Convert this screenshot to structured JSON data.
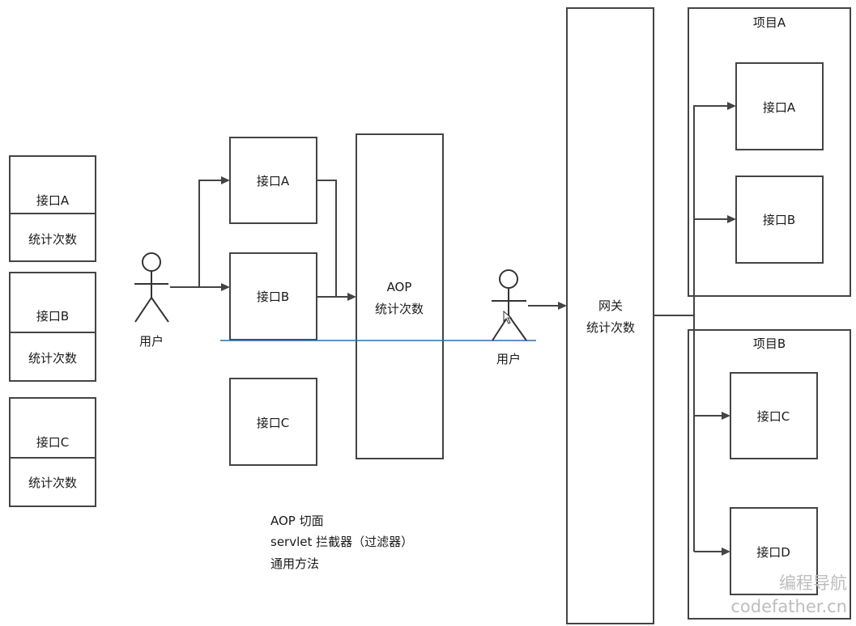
{
  "left_stack": {
    "items": [
      {
        "api": "接口A",
        "stat": "统计次数"
      },
      {
        "api": "接口B",
        "stat": "统计次数"
      },
      {
        "api": "接口C",
        "stat": "统计次数"
      }
    ]
  },
  "middle": {
    "user_label": "用户",
    "apis": [
      "接口A",
      "接口B",
      "接口C"
    ],
    "aop_line1": "AOP",
    "aop_line2": "统计次数"
  },
  "notes": [
    "AOP 切面",
    "servlet 拦截器（过滤器）",
    "通用方法"
  ],
  "gateway": {
    "user_label": "用户",
    "line1": "网关",
    "line2": "统计次数"
  },
  "project_a": {
    "title": "项目A",
    "apis": [
      "接口A",
      "接口B"
    ]
  },
  "project_b": {
    "title": "项目B",
    "apis": [
      "接口C",
      "接口D"
    ]
  },
  "watermark": {
    "line1": "编程导航",
    "line2": "codefather.cn"
  },
  "colors": {
    "stroke": "#444444",
    "divider": "#2f6fa8",
    "watermark": "#bdbdbd"
  }
}
